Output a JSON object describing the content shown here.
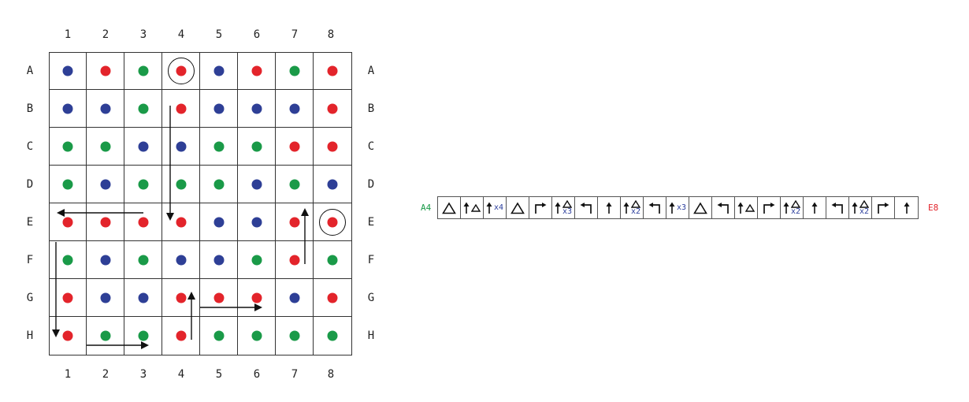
{
  "board": {
    "columns": [
      "1",
      "2",
      "3",
      "4",
      "5",
      "6",
      "7",
      "8"
    ],
    "rows": [
      "A",
      "B",
      "C",
      "D",
      "E",
      "F",
      "G",
      "H"
    ],
    "colors": {
      "red": "#e3242b",
      "blue": "#2e3f96",
      "green": "#1a9a48"
    },
    "grid": [
      [
        "blue",
        "red",
        "green",
        "red",
        "blue",
        "red",
        "green",
        "red"
      ],
      [
        "blue",
        "blue",
        "green",
        "red",
        "blue",
        "blue",
        "blue",
        "red"
      ],
      [
        "green",
        "green",
        "blue",
        "blue",
        "green",
        "green",
        "red",
        "red"
      ],
      [
        "green",
        "blue",
        "green",
        "green",
        "green",
        "blue",
        "green",
        "blue"
      ],
      [
        "red",
        "red",
        "red",
        "red",
        "blue",
        "blue",
        "red",
        "red"
      ],
      [
        "green",
        "blue",
        "green",
        "blue",
        "blue",
        "green",
        "red",
        "green"
      ],
      [
        "red",
        "blue",
        "blue",
        "red",
        "red",
        "red",
        "blue",
        "red"
      ],
      [
        "red",
        "green",
        "green",
        "red",
        "green",
        "green",
        "green",
        "green"
      ]
    ],
    "circled": [
      "A4",
      "E8"
    ]
  },
  "path_arrows": [
    {
      "from": "B4",
      "to": "E4"
    },
    {
      "from": "E3",
      "to": "E1"
    },
    {
      "from": "F1",
      "to": "H1"
    },
    {
      "from": "H2",
      "to": "H3"
    },
    {
      "from": "H4",
      "to": "G4"
    },
    {
      "from": "G5",
      "to": "G6"
    },
    {
      "from": "F7",
      "to": "E7"
    }
  ],
  "sequence": {
    "start": "A4",
    "end": "E8",
    "start_color": "#1a9a48",
    "end_color": "#e3242b",
    "steps": [
      {
        "icon": "triangle"
      },
      {
        "icon": "up-small-triangle"
      },
      {
        "icon": "up",
        "count": "x4"
      },
      {
        "icon": "triangle"
      },
      {
        "icon": "turn-right"
      },
      {
        "icon": "up-stacked-triangle",
        "count": "x3"
      },
      {
        "icon": "turn-left"
      },
      {
        "icon": "up"
      },
      {
        "icon": "up-stacked-triangle",
        "count": "x2"
      },
      {
        "icon": "turn-left"
      },
      {
        "icon": "up",
        "count": "x3"
      },
      {
        "icon": "triangle"
      },
      {
        "icon": "turn-left"
      },
      {
        "icon": "up-small-triangle"
      },
      {
        "icon": "turn-right"
      },
      {
        "icon": "up-stacked-triangle",
        "count": "x2"
      },
      {
        "icon": "up"
      },
      {
        "icon": "turn-left"
      },
      {
        "icon": "up-stacked-triangle",
        "count": "x2"
      },
      {
        "icon": "turn-right"
      },
      {
        "icon": "up"
      }
    ]
  }
}
